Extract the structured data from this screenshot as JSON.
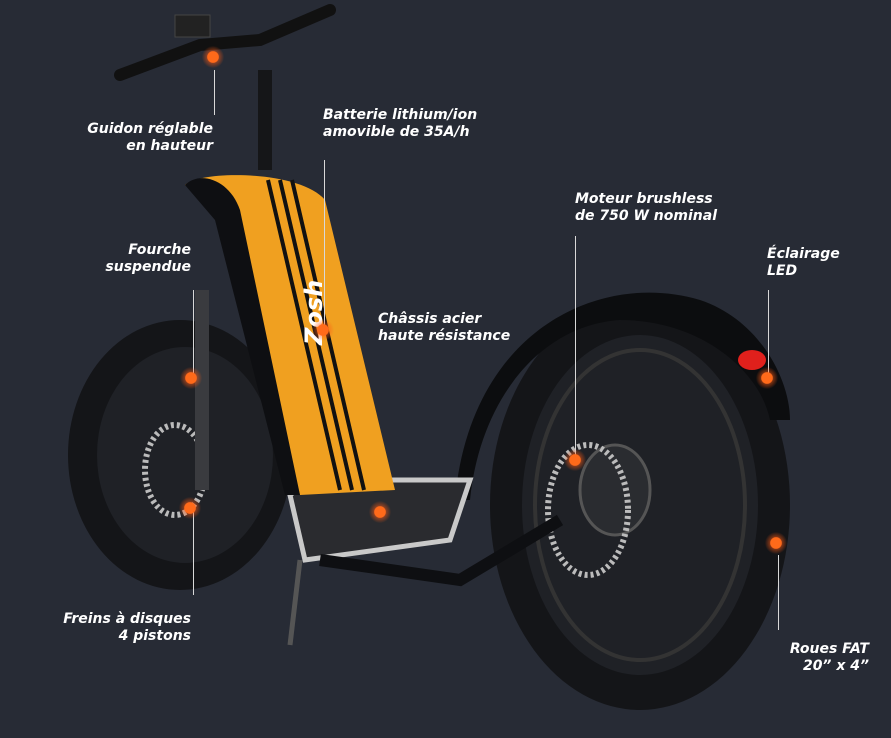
{
  "brand": "Zosh",
  "colors": {
    "background": "#272b35",
    "body": "#f0a020",
    "accent_dot": "#ff6a1a"
  },
  "callouts": {
    "handlebar": [
      "Guidon réglable",
      "en hauteur"
    ],
    "battery": [
      "Batterie lithium/ion",
      "amovible de 35A/h"
    ],
    "fork": [
      "Fourche",
      "suspendue"
    ],
    "chassis": [
      "Châssis acier",
      "haute résistance"
    ],
    "motor": [
      "Moteur brushless",
      "de 750 W nominal"
    ],
    "light": [
      "Éclairage",
      "LED"
    ],
    "brakes": [
      "Freins à disques",
      "4 pistons"
    ],
    "wheels": [
      "Roues FAT",
      "20” x 4”"
    ]
  }
}
